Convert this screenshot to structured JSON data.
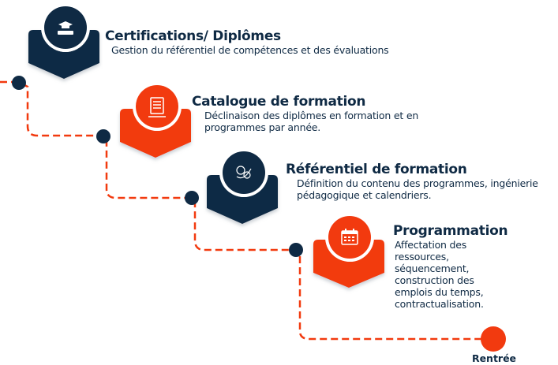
{
  "colors": {
    "navy": "#0f2a44",
    "orange": "#f23a0f",
    "shadow": "#d9dde2"
  },
  "steps": [
    {
      "title": "Certifications/ Diplômes",
      "desc": "Gestion du référentiel de compétences et des évaluations",
      "icon": "graduation-diploma-icon",
      "color": "navy"
    },
    {
      "title": "Catalogue de formation",
      "desc": "Déclinaison des diplômes en formation et en programmes par année.",
      "icon": "catalog-list-icon",
      "color": "orange"
    },
    {
      "title": "Référentiel de formation",
      "desc": "Définition du contenu des programmes, ingénierie pédagogique et calendriers.",
      "icon": "brain-gears-icon",
      "color": "navy"
    },
    {
      "title": "Programmation",
      "desc": "Affectation des ressources, séquencement, construction des emplois du temps, contractualisation.",
      "icon": "calendar-icon",
      "color": "orange"
    }
  ],
  "end_label": "Rentrée"
}
